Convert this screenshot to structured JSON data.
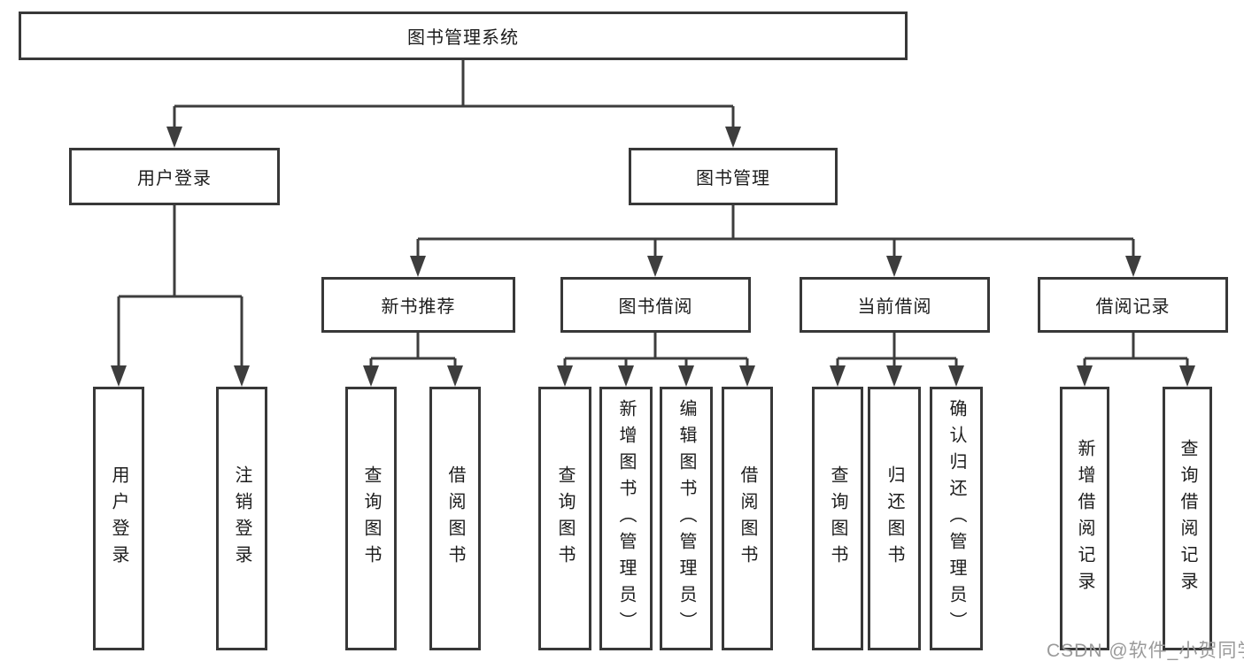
{
  "diagram_title": "图书管理系统",
  "watermark": "CSDN @软件_小贺同学",
  "colors": {
    "background": "#ffffff",
    "box_border": "#383838",
    "connector_line": "#3d3d3d",
    "text": "#1c1c1c",
    "watermark_text": "#9a9a9a"
  },
  "nodes": {
    "root": "图书管理系统",
    "user_login": "用户登录",
    "book_mgmt": "图书管理",
    "new_book_rec": "新书推荐",
    "book_borrow": "图书借阅",
    "current_borrow": "当前借阅",
    "borrow_records": "借阅记录",
    "leaf_user_login": "用户登录",
    "leaf_logout": "注销登录",
    "leaf_query_book_rec": "查询图书",
    "leaf_borrow_book_rec": "借阅图书",
    "leaf_query_book_borrow": "查询图书",
    "leaf_add_book_admin": "新增图书（管理员）",
    "leaf_edit_book_admin": "编辑图书（管理员）",
    "leaf_borrow_book_borrow": "借阅图书",
    "leaf_query_book_current": "查询图书",
    "leaf_return_book": "归还图书",
    "leaf_confirm_return_admin": "确认归还（管理员）",
    "leaf_add_borrow_record": "新增借阅记录",
    "leaf_query_borrow_record": "查询借阅记录"
  },
  "hierarchy": {
    "图书管理系统": {
      "用户登录": [
        "用户登录",
        "注销登录"
      ],
      "图书管理": {
        "新书推荐": [
          "查询图书",
          "借阅图书"
        ],
        "图书借阅": [
          "查询图书",
          "新增图书（管理员）",
          "编辑图书（管理员）",
          "借阅图书"
        ],
        "当前借阅": [
          "查询图书",
          "归还图书",
          "确认归还（管理员）"
        ],
        "借阅记录": [
          "新增借阅记录",
          "查询借阅记录"
        ]
      }
    }
  }
}
